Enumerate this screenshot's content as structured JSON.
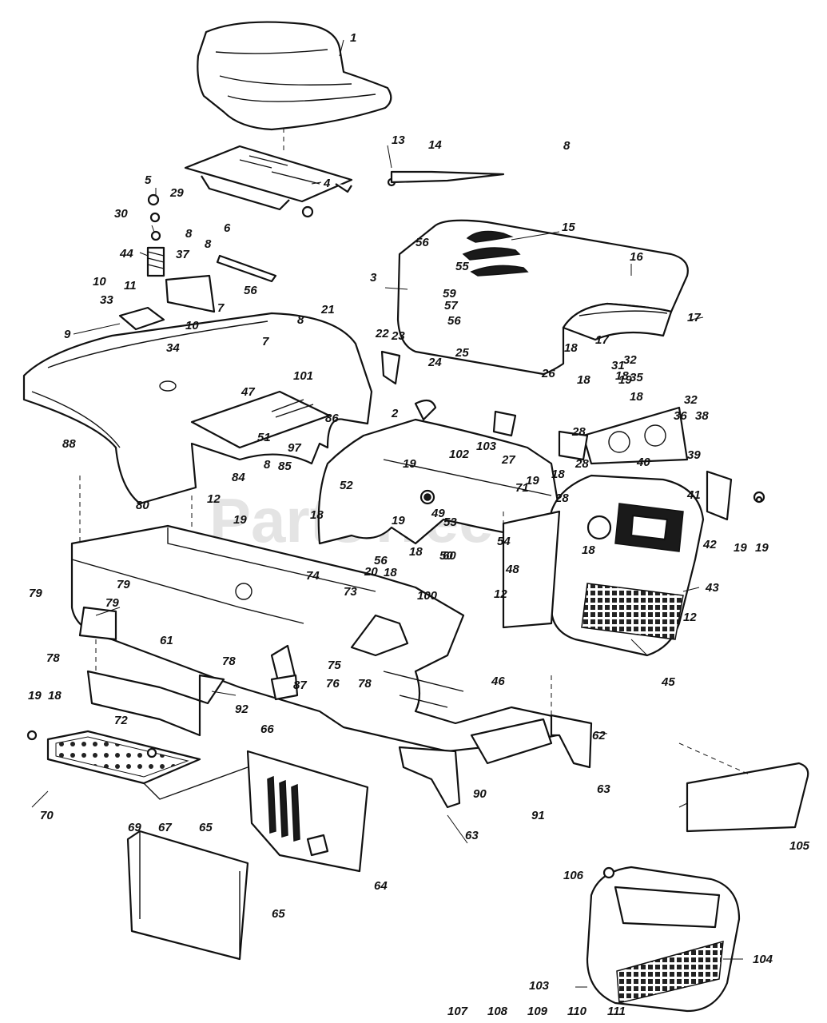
{
  "watermark": "PartsTree",
  "callouts": [
    "1",
    "2",
    "3",
    "4",
    "5",
    "6",
    "7",
    "7",
    "8",
    "8",
    "8",
    "8",
    "8",
    "9",
    "10",
    "10",
    "11",
    "12",
    "12",
    "12",
    "13",
    "14",
    "15",
    "16",
    "17",
    "17",
    "18",
    "18",
    "18",
    "18",
    "18",
    "18",
    "18",
    "18",
    "18",
    "18",
    "19",
    "19",
    "19",
    "19",
    "19",
    "19",
    "19",
    "19",
    "20",
    "21",
    "22",
    "23",
    "24",
    "25",
    "26",
    "27",
    "28",
    "28",
    "28",
    "29",
    "30",
    "31",
    "32",
    "32",
    "33",
    "34",
    "35",
    "36",
    "37",
    "38",
    "39",
    "40",
    "41",
    "42",
    "43",
    "44",
    "45",
    "46",
    "47",
    "48",
    "49",
    "50",
    "51",
    "52",
    "53",
    "54",
    "55",
    "56",
    "56",
    "56",
    "56",
    "57",
    "59",
    "60",
    "61",
    "62",
    "63",
    "63",
    "64",
    "65",
    "65",
    "66",
    "67",
    "69",
    "70",
    "71",
    "72",
    "73",
    "74",
    "75",
    "76",
    "78",
    "78",
    "78",
    "79",
    "79",
    "79",
    "80",
    "84",
    "85",
    "86",
    "87",
    "88",
    "90",
    "91",
    "92",
    "97",
    "100",
    "101",
    "102",
    "103",
    "103",
    "104",
    "105",
    "106",
    "107",
    "108",
    "109",
    "110",
    "111"
  ]
}
